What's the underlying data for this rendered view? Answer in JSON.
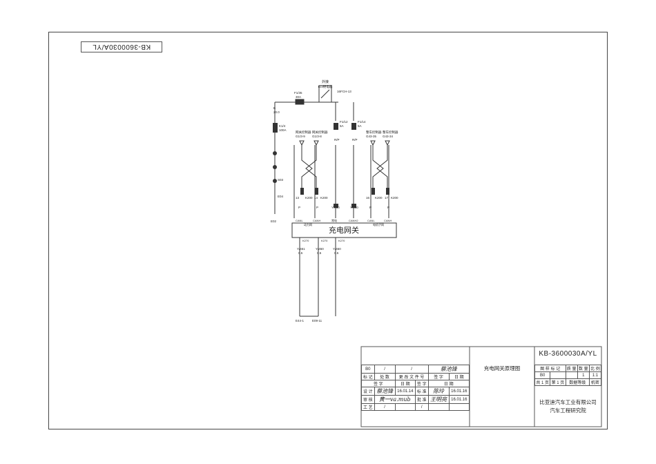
{
  "drawing_number": "KB-3600030A/YL",
  "drawing_title": "充电网关原理图",
  "gateway_label": "充电网关",
  "company": [
    "比亚迪汽车工业有限公司",
    "汽车工程研究院"
  ],
  "fuse_box_label": [
    "外接",
    "IG3继电器"
  ],
  "relay_code": "16FCH-13",
  "fuses": [
    {
      "id": "F1/35",
      "rating": "30A"
    },
    {
      "id": "F1/12",
      "rating": "5A"
    },
    {
      "id": "F1/14",
      "rating": "5A"
    }
  ],
  "fuse_left": {
    "id": "K1/4",
    "rating": "100A"
  },
  "fuse_left_wire": {
    "gauge": "20.0",
    "note": "B"
  },
  "wire_labels_top": [
    "R/P",
    "R/P"
  ],
  "connectors_top": [
    {
      "name": "网关控制器",
      "code": "G1/3-9"
    },
    {
      "name": "网关控制器",
      "code": "G1/3-8"
    },
    {
      "name": "整车控制器",
      "code": "G43-35"
    },
    {
      "name": "整车控制器",
      "code": "G43-34"
    }
  ],
  "twisted_pins": [
    {
      "pin": "13",
      "code": "K200"
    },
    {
      "pin": "14",
      "code": "K200"
    },
    {
      "pin": "16",
      "code": "K200"
    },
    {
      "pin": "17",
      "code": "K200"
    }
  ],
  "wire_specs_mid": [
    "P",
    "P",
    "Y/450",
    "Y/450",
    "P",
    "P"
  ],
  "gateway_inputs": [
    "CANL",
    "CANH",
    "常电",
    "CANH2",
    "CANL",
    "CANH"
  ],
  "gateway_input_groups": [
    "动力网",
    "电机子网"
  ],
  "gateway_outputs": [
    "K270",
    "K270",
    "K270"
  ],
  "bottom_wires": [
    "Y/451",
    "Y/450",
    "Y/450"
  ],
  "bottom_gauge": [
    "0.5",
    "0.5",
    "0.5"
  ],
  "grounds": [
    "E44-1",
    "E09-11"
  ],
  "left_chain_labels": [
    "S03",
    "E04",
    "E02"
  ],
  "title_block": {
    "rev_row": [
      "B0",
      "/",
      "/"
    ],
    "headers": [
      "标 记",
      "处 数",
      "更 改 文 件 号",
      "签 字",
      "日 期"
    ],
    "headers2": [
      "签 字",
      "日 期",
      "签 字",
      "日 期"
    ],
    "rows": [
      {
        "role": "设 计",
        "sig": "蔡池锋",
        "date": "16.01.14",
        "role2": "标 准",
        "sig2": "陈玲",
        "date2": "16.01.16"
      },
      {
        "role": "审 核",
        "sig": "黄一va.mub",
        "date": "",
        "role2": "批 准",
        "sig2": "王明亮",
        "date2": "16.01.16"
      },
      {
        "role": "工 艺",
        "sig": "/",
        "date": "",
        "role2": "/",
        "sig2": "",
        "date2": ""
      }
    ],
    "right_headers": [
      "图 样 标 记",
      "质 量",
      "数 量",
      "比 例"
    ],
    "right_values": [
      "B0",
      "1",
      "1:1"
    ],
    "sheet_info": [
      "共 1 页",
      "第 1 页",
      "数据等级",
      "机密"
    ]
  }
}
